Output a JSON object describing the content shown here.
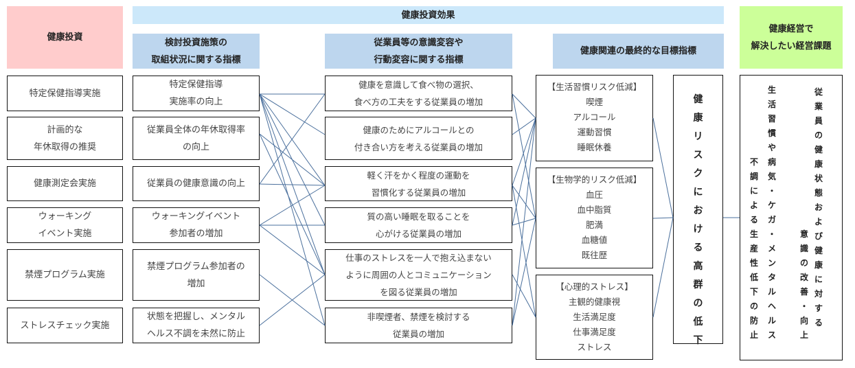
{
  "headers": {
    "investment": "健康投資",
    "effect": "健康投資効果",
    "indicator_policy": [
      "検討投資施策の",
      "取組状況に関する指標"
    ],
    "indicator_behavior": [
      "従業員等の意識変容や",
      "行動変容に関する指標"
    ],
    "indicator_final": "健康関連の最終的な目標指標",
    "management_issue": [
      "健康経営で",
      "解決したい経営課題"
    ]
  },
  "investments": [
    {
      "lines": [
        "特定保健指導実施"
      ]
    },
    {
      "lines": [
        "計画的な",
        "年休取得の推奨"
      ]
    },
    {
      "lines": [
        "健康測定会実施"
      ]
    },
    {
      "lines": [
        "ウォーキング",
        "イベント実施"
      ]
    },
    {
      "lines": [
        "禁煙プログラム実施"
      ]
    },
    {
      "lines": [
        "ストレスチェック実施"
      ]
    }
  ],
  "policy_indicators": [
    {
      "lines": [
        "特定保健指導",
        "実施率の向上"
      ]
    },
    {
      "lines": [
        "従業員全体の年休取得率",
        "の向上"
      ]
    },
    {
      "lines": [
        "従業員の健康意識の向上"
      ]
    },
    {
      "lines": [
        "ウォーキングイベント",
        "参加者の増加"
      ]
    },
    {
      "lines": [
        "禁煙プログラム参加者の",
        "増加"
      ]
    },
    {
      "lines": [
        "状態を把握し、メンタル",
        "ヘルス不調を未然に防止"
      ]
    }
  ],
  "behavior_indicators": [
    {
      "lines": [
        "健康を意識して食べ物の選択、",
        "食べ方の工夫をする従業員の増加"
      ]
    },
    {
      "lines": [
        "健康のためにアルコールとの",
        "付き合い方を考える従業員の増加"
      ]
    },
    {
      "lines": [
        "軽く汗をかく程度の運動を",
        "習慣化する従業員の増加"
      ]
    },
    {
      "lines": [
        "質の高い睡眠を取ることを",
        "心がける従業員の増加"
      ]
    },
    {
      "lines": [
        "仕事のストレスを一人で抱え込まない",
        "ように周囲の人とコミュニケーション",
        "を図る従業員の増加"
      ]
    },
    {
      "lines": [
        "非喫煙者、禁煙を検討する",
        "従業員の増加"
      ]
    }
  ],
  "final_indicators": [
    {
      "title": "【生活習慣リスク低減】",
      "items": [
        "喫煙",
        "アルコール",
        "運動習慣",
        "睡眠休養"
      ]
    },
    {
      "title": "【生物学的リスク低減】",
      "items": [
        "血圧",
        "血中脂質",
        "肥満",
        "血糖値",
        "既往歴"
      ]
    },
    {
      "title": "【心理的ストレス】",
      "items": [
        "主観的健康視",
        "生活満足度",
        "仕事満足度",
        "ストレス"
      ]
    }
  ],
  "final_goal": "健康リスクにおける高群の低下",
  "management_issues": {
    "columns": [
      "不調による生産性低下の防止",
      "生活習慣や病気・ケガ・メンタルヘルス",
      "意識の改善・向上",
      "従業員の健康状態および健康に対する"
    ]
  },
  "connections": {
    "policy_to_behavior": [
      [
        0,
        0
      ],
      [
        0,
        1
      ],
      [
        0,
        3
      ],
      [
        0,
        4
      ],
      [
        0,
        5
      ],
      [
        0,
        2
      ],
      [
        1,
        2
      ],
      [
        1,
        4
      ],
      [
        2,
        0
      ],
      [
        2,
        2
      ],
      [
        3,
        2
      ],
      [
        3,
        3
      ],
      [
        3,
        4
      ],
      [
        4,
        5
      ],
      [
        5,
        4
      ]
    ],
    "behavior_to_final": [
      [
        0,
        0
      ],
      [
        0,
        1
      ],
      [
        1,
        0
      ],
      [
        2,
        0
      ],
      [
        2,
        1
      ],
      [
        2,
        2
      ],
      [
        3,
        0
      ],
      [
        3,
        1
      ],
      [
        4,
        2
      ],
      [
        5,
        0
      ],
      [
        5,
        1
      ]
    ],
    "final_to_goal": [
      [
        0,
        0
      ],
      [
        1,
        0
      ],
      [
        2,
        0
      ]
    ],
    "goal_to_issue": [
      [
        0,
        0
      ]
    ]
  },
  "colors": {
    "line": "#4a6f9c",
    "investment_header": "#ffcccc",
    "effect_header": "#cce8fa",
    "indicator_header": "#bdd6ee",
    "issue_header": "#ccff99"
  }
}
